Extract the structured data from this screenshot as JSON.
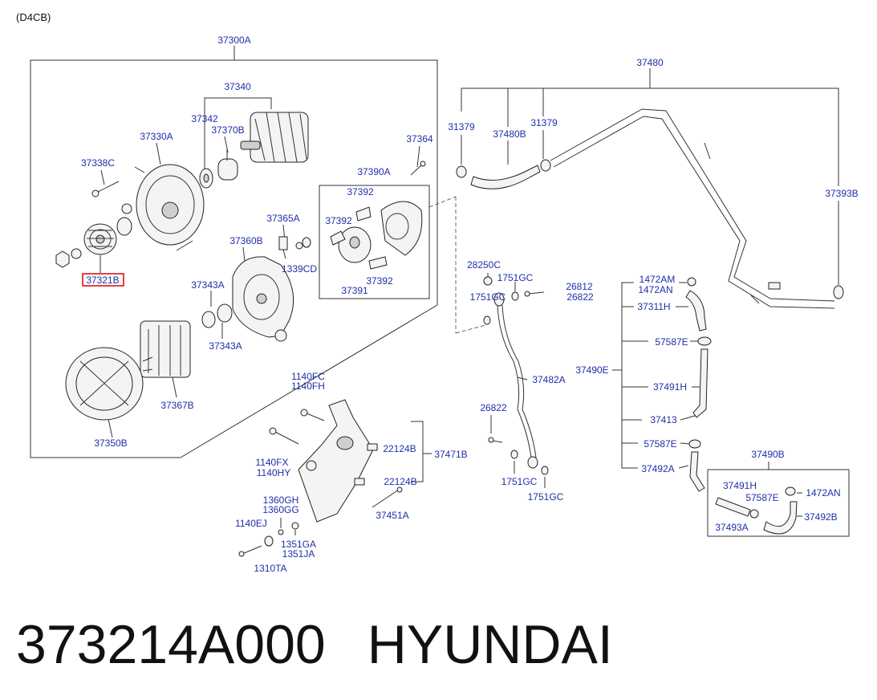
{
  "engine_code": "(D4CB)",
  "caption": {
    "part_number": "373214A000",
    "brand": "HYUNDAI"
  },
  "highlighted_part": "37321B",
  "part_labels": [
    "37300A",
    "37340",
    "37342",
    "37370B",
    "37330A",
    "37338C",
    "37321B",
    "37364",
    "37390A",
    "37392",
    "37392",
    "37392",
    "37391",
    "37365A",
    "1339CD",
    "37360B",
    "37343A",
    "37343A",
    "37367B",
    "37350B",
    "37480",
    "31379",
    "37480B",
    "31379",
    "37393B",
    "28250C",
    "1751GC",
    "1751GC",
    "26812",
    "26822",
    "37482A",
    "26822",
    "1751GC",
    "1751GC",
    "1472AM",
    "1472AN",
    "37311H",
    "57587E",
    "37490E",
    "37491H",
    "37413",
    "57587E",
    "37492A",
    "37490B",
    "37491H",
    "57587E",
    "1472AN",
    "37493A",
    "37492B",
    "1140FC",
    "1140FH",
    "22124B",
    "37471B",
    "1140FX",
    "1140HY",
    "22124B",
    "1360GH",
    "1360GG",
    "37451A",
    "1140EJ",
    "1351GA",
    "1351JA",
    "1310TA"
  ]
}
